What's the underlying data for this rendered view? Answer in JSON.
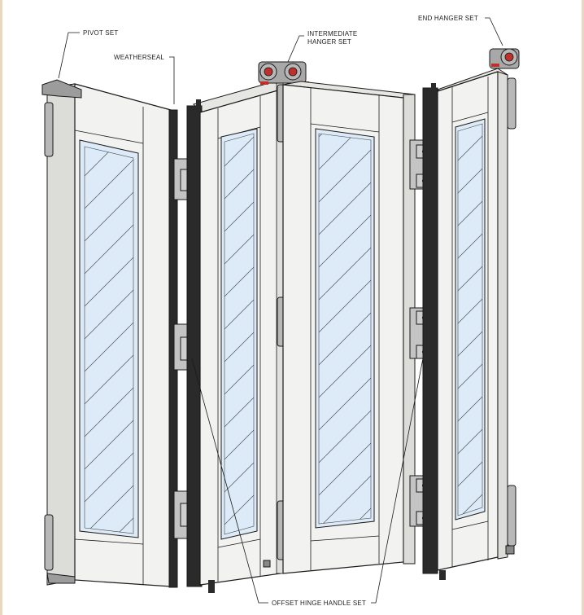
{
  "labels": {
    "pivot_set": "PIVOT SET",
    "weatherseal": "WEATHERSEAL",
    "intermediate_line1": "INTERMEDIATE",
    "intermediate_line2": "HANGER SET",
    "end_hanger_set": "END HANGER SET",
    "offset_hinge_handle_set": "OFFSET HINGE HANDLE SET"
  },
  "colors": {
    "outline": "#1a1a1a",
    "frame_fill": "#f2f2f0",
    "frame_shade": "#dcdcd8",
    "glass": "#dcebf7",
    "seal": "#2a2a2a",
    "hardware": "#b8b8b8",
    "roller_red": "#c0302a"
  }
}
